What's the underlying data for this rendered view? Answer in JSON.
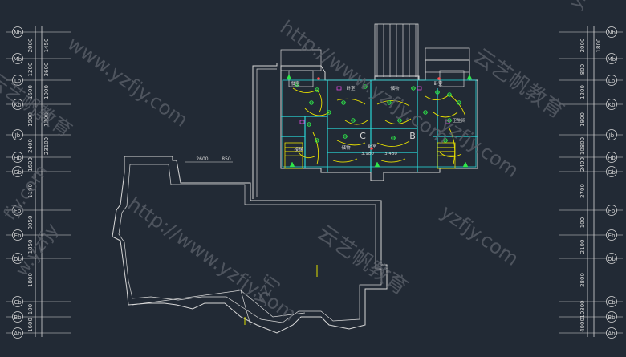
{
  "drawing": {
    "left_axes": [
      "Nb",
      "Mb",
      "Lb",
      "Kb",
      "Jb",
      "Hb",
      "Gb",
      "Fb",
      "Eb",
      "Db",
      "Cb",
      "Bb",
      "Ab"
    ],
    "left_dims": [
      "2000",
      "1200",
      "1500",
      "1900",
      "2400",
      "1600",
      "1100",
      "3050",
      "1850",
      "1800",
      "100",
      "1600",
      "1450",
      "3600",
      "1000",
      "1200",
      "23100"
    ],
    "right_axes": [
      "Nb",
      "Mb",
      "Lb",
      "Kb",
      "Jb",
      "Hb",
      "Gb",
      "Fb",
      "Eb",
      "Db",
      "Cb",
      "Bb",
      "Ab"
    ],
    "right_dims": [
      "2000",
      "800",
      "1200",
      "1900",
      "10800",
      "2400",
      "2700",
      "100",
      "2100",
      "2800",
      "10300",
      "4000",
      "1800"
    ],
    "room_labels": [
      "餐室",
      "卧室",
      "储物",
      "楼梯",
      "卧室",
      "卧室",
      "储物",
      "卫生间"
    ],
    "unit_letters": [
      "C",
      "B"
    ],
    "levels": [
      "3.980",
      "3.480"
    ],
    "plan_dims": [
      "2600",
      "850"
    ]
  },
  "watermarks": {
    "url": "http://www.yzfjy.com",
    "brand": "云艺帆教育",
    "url_short1": "www.yzfjy.com",
    "url_short2": "yzfjy.com",
    "url_short3": "fjy.com",
    "url_short4": "yzfj",
    "url_short5": "w.yzfjy"
  }
}
